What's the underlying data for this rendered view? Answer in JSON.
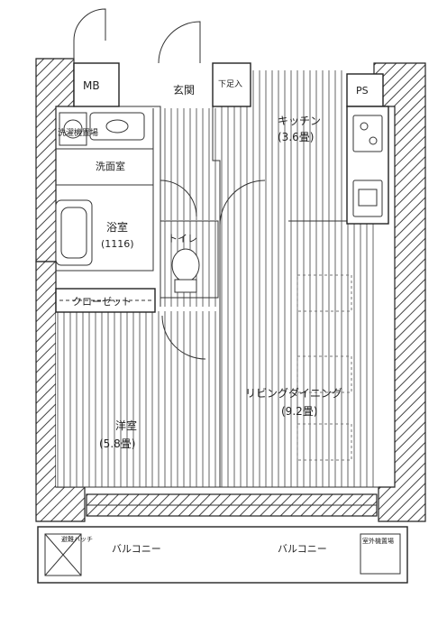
{
  "rooms": {
    "mb": "MB",
    "entrance": "玄関",
    "shoe_storage": "下足入",
    "ps": "PS",
    "kitchen": "キッチン",
    "kitchen_size": "(3.6畳)",
    "washroom": "洗面室",
    "laundry": "洗濯機置場",
    "bath": "浴室",
    "bath_size": "(1116)",
    "toilet": "トイレ",
    "closet": "クローゼット",
    "western_room": "洋室",
    "western_room_size": "(5.8畳)",
    "living_dining": "リビングダイニング",
    "living_dining_size": "(9.2畳)",
    "balcony_left": "バルコニー",
    "balcony_right": "バルコニー",
    "aircon_unit": "室外機置場",
    "hatch_label": "避難ハッチ"
  },
  "colors": {
    "line": "#222222",
    "background": "#ffffff"
  }
}
